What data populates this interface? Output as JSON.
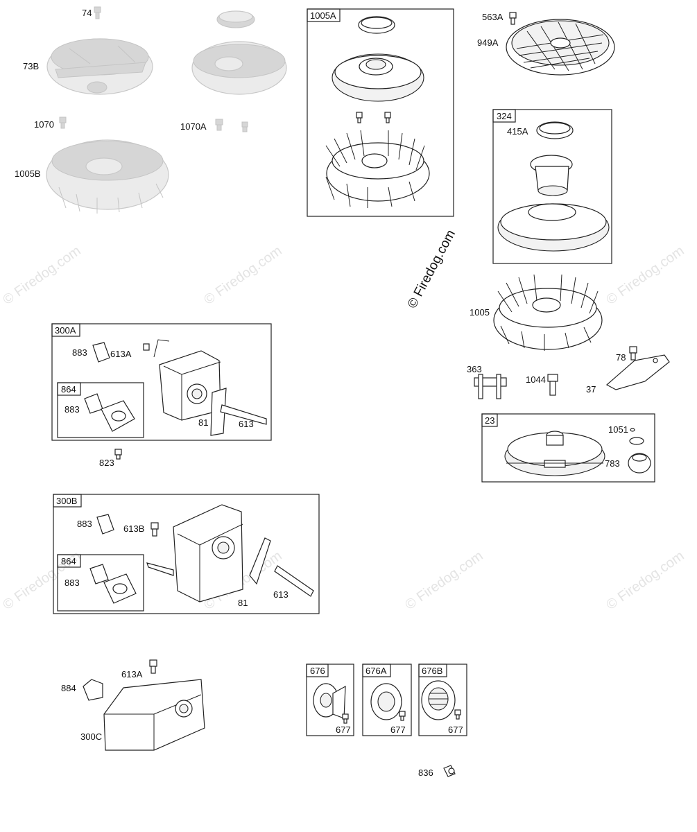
{
  "watermark": "© Firedog.com",
  "groups": {
    "g1005A": "1005A",
    "g324": "324",
    "g300A": "300A",
    "g864a": "864",
    "g300B": "300B",
    "g864b": "864",
    "g23": "23",
    "g676": "676",
    "g676A": "676A",
    "g676B": "676B"
  },
  "labels": {
    "p74": "74",
    "p73B": "73B",
    "p1070": "1070",
    "p1070A": "1070A",
    "p1005B": "1005B",
    "p563A": "563A",
    "p949A": "949A",
    "p415A": "415A",
    "p1005": "1005",
    "p78": "78",
    "p363": "363",
    "p1044": "1044",
    "p37": "37",
    "p1051": "1051",
    "p783": "783",
    "p883a": "883",
    "p613Aa": "613A",
    "p883b": "883",
    "p81a": "81",
    "p613a": "613",
    "p823": "823",
    "p883c": "883",
    "p613B": "613B",
    "p883d": "883",
    "p81b": "81",
    "p613b": "613",
    "p884": "884",
    "p613Ab": "613A",
    "p300C": "300C",
    "p677a": "677",
    "p677b": "677",
    "p677c": "677",
    "p836": "836"
  }
}
